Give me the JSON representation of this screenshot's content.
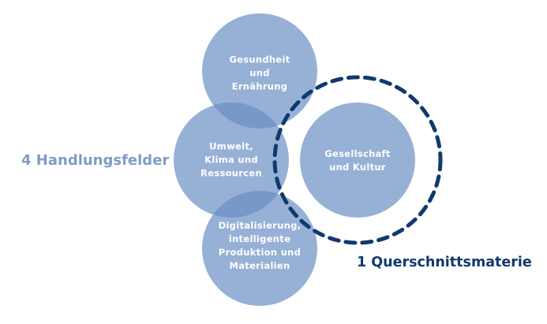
{
  "colors": {
    "circle": "#6b8fc4",
    "dashed": "#0f3a6e",
    "left_label": "#7f9cc6",
    "right_label": "#0f3a6e"
  },
  "left_label": "4 Handlungsfelder",
  "right_label": "1 Querschnittsmaterie",
  "circles": [
    {
      "id": "gesundheit",
      "text": "Gesundheit\nund\nErnährung"
    },
    {
      "id": "umwelt",
      "text": "Umwelt,\nKlima und\nRessourcen"
    },
    {
      "id": "digitalisierung",
      "text": "Digitalisierung,\nintelligente\nProduktion und\nMaterialien"
    },
    {
      "id": "gesellschaft",
      "text": "Gesellschaft\nund Kultur"
    }
  ]
}
